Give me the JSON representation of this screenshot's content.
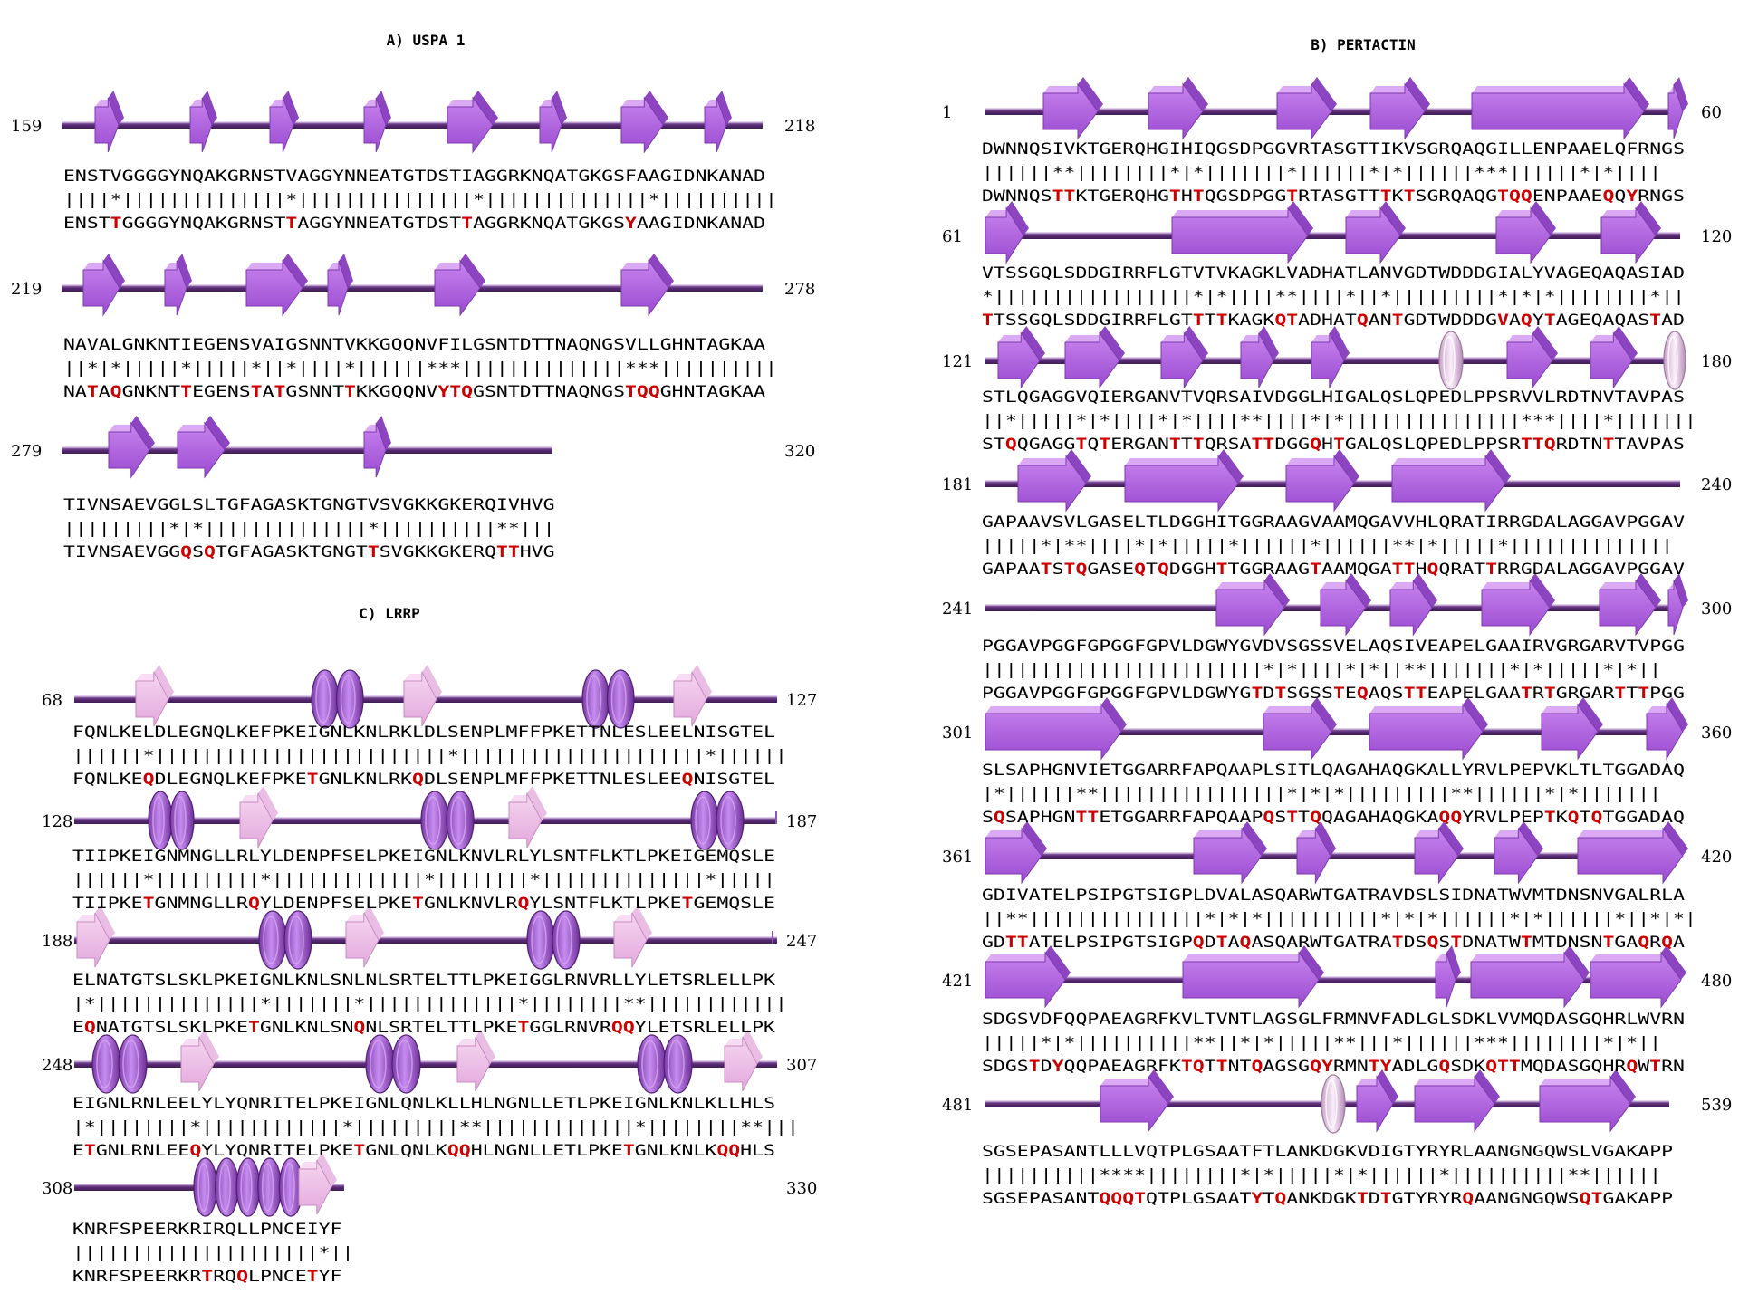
{
  "colors": {
    "strand": "#b45ee6",
    "strand_top": "#d9a6f2",
    "strand_shade": "#7a3aa0",
    "helix": "#a457d8",
    "helix_light": "#e3c2f2",
    "pale_strand": "#f0c6ea",
    "mutation": "#cc0000",
    "backbone": "#6a3d88"
  },
  "panels": [
    {
      "id": "uspa1",
      "title": "A)  USPA 1",
      "rows": [
        {
          "start": "159",
          "end": "218",
          "wild": "ENSTVGGGGYNQAKGRNSTVAGGYNNEATGTDSTIAGGRKNQATGKGSFAAGIDNKANAD",
          "match": "||||*||||||||||||||*|||||||||||||||*||||||||||||||*||||||||||",
          "mutant": "ENSTTGGGGYNQAKGRNSTTAGGYNNEATGTDSTTAGGRKNQATGKGSYAAGIDNKANAD"
        },
        {
          "start": "219",
          "end": "278",
          "wild": "NAVALGNKNTIEGENSVAIGSNNTVKKGQQNVFILGSNTDTTNAQNGSVLLGHNTAGKAA",
          "match": "||*|*|||||*|||||*||*||||*||||||***||||||||||||||***||||||||||",
          "mutant": "NATAQGNKNTTEGENSTATGSNNTTKKGQQNVYTQGSNTDTTNAQNGSTQQGHNTAGKAA"
        },
        {
          "start": "279",
          "end": "320",
          "wild": "TIVNSAEVGGLSLTGFAGASKTGNGTVSVGKKGKERQIVHVG",
          "match": "|||||||||*|*||||||||||||||*||||||||||**|||",
          "mutant": "TIVNSAEVGGQSQTGFAGASKTGNGTTSVGKKGKERQTTHVG"
        }
      ]
    },
    {
      "id": "pertactin",
      "title": "B)  PERTACTIN",
      "rows": [
        {
          "start": "1",
          "end": "60",
          "wild": "DWNNQSIVKTGERQHGIHIQGSDPGGVRTASGTTIKVSGRQAQGILLENPAAELQFRNGS",
          "match": "||||||**||||||||*|*|||||||*||||||*|*||||||***||||||*|*||||",
          "mutant": "DWNNQSTTKTGERQHGTHTQGSDPGGTRTASGTTTKTSGRQAQGTQQENPAAEQQYRNGS"
        },
        {
          "start": "61",
          "end": "120",
          "wild": "VTSSGQLSDDGIRRFLGTVTVKAGKLVADHATLANVGDTWDDDGIALYVAGEQAQASIAD",
          "match": "*|||||||||||||||||*|*||||**||||*||*|||||||||*|*|*||||||||*||",
          "mutant": "TTSSGQLSDDGIRRFLGTTTTKAGKQTADHATQANTGDTWDDDGVAQYTAGEQAQASTAD"
        },
        {
          "start": "121",
          "end": "180",
          "wild": "STLQGAGGVQIERGANVTVQRSAIVDGGLHIGALQSLQPEDLPPSRVVLRDTNVTAVPAS",
          "match": "||*|||||*|*||||*|*||||**||||*|*|||||||||||||||***||||*|||||||",
          "mutant": "STQQGAGGTQTERGANTTTQRSATTDGGQHTGALQSLQPEDLPPSRTTQRDTNTTAVPAS"
        },
        {
          "start": "181",
          "end": "240",
          "wild": "GAPAAVSVLGASELTLDGGHITGGRAAGVAAMQGAVVHLQRATIRRGDALAGGAVPGGAV",
          "match": "|||||*|**||||*|*|||||*||||||*||||||**|*|||||*||||||||||||||",
          "mutant": "GAPAATSTQGASEQTQDGGHTTGGRAAGTAAMQGATTHQQRATTRRGDALAGGAVPGGAV"
        },
        {
          "start": "241",
          "end": "300",
          "wild": "PGGAVPGGFGPGGFGPVLDGWYGVDVSGSSVELAQSIVEAPELGAAIRVGRGARVTVPGG",
          "match": "||||||||||||||||||||||||*|*||||*|*||**|||||||*|*|||||*|*||",
          "mutant": "PGGAVPGGFGPGGFGPVLDGWYGTDTSGSSTEQAQSTTEAPELGAATRTGRGARTTTPGG"
        },
        {
          "start": "301",
          "end": "360",
          "wild": "SLSAPHGNVIETGGARRFAPQAAPLSITLQAGAHAQGKALLYRVLPEPVKLTLTGGADAQ",
          "match": "|*||||||**||||||||||||||||*|*|*|||||||||**||||||*|*|||||||",
          "mutant": "SQSAPHGNTTETGGARRFAPQAAPQSTTQQAGAHAQGKAQQYRVLPEPTKQTQTGGADAQ"
        },
        {
          "start": "361",
          "end": "420",
          "wild": "GDIVATELPSIPGTSIGPLDVALASQARWTGATRAVDSLSIDNATWVMTDNSNVGALRLA",
          "match": "||**|||||||||||||||*|*|*||||||||||*|*|*||||||*|*||||||*||*|*|",
          "mutant": "GDTTATELPSIPGTSIGPQDTAQASQARWTGATRATDSQSTDNATWTMTDNSNTGAQRQA"
        },
        {
          "start": "421",
          "end": "480",
          "wild": "SDGSVDFQQPAEAGRFKVLTVNTLAGSGLFRMNVFADLGLSDKLVVMQDASGQHRLWVRN",
          "match": "|||||*|*||||||||||**||*|*|||||**|||*||||||***||||||||*|*||",
          "mutant": "SDGSTDYQQPAEAGRFKTQTTNTQAGSGQYRMNTYADLGQSDKQTTMQDASGQHRQWTRN"
        },
        {
          "start": "481",
          "end": "539",
          "wild": "SGSEPASANTLLLVQTPLGSAATFTLANKDGKVDIGTYRYRLAANGNGQWSLVGAKAPP",
          "match": "||||||||||****||||||||*|*|||||*|*||||||*||||||||||**||||||",
          "mutant": "SGSEPASANTQQQTQTPLGSAATYTQANKDGKTDTGTYRYRQAANGNGQWSQTGAKAPP"
        }
      ]
    },
    {
      "id": "lrrp",
      "title": "C)  LRRP",
      "rows": [
        {
          "start": "68",
          "end": "127",
          "wild": "FQNLKELDLEGNQLKEFPKEIGNLKNLRKLDLSENPLMFFPKETTNLESLEELNISGTEL",
          "match": "||||||*|||||||||||||||||||||||||*|||||||||||||||||||||*||||||",
          "mutant": "FQNLKEQDLEGNQLKEFPKETGNLKNLRKQDLSENPLMFFPKETTNLESLEEQNISGTEL"
        },
        {
          "start": "128",
          "end": "187",
          "wild": "TIIPKEIGNMNGLLRLYLDENPFSELPKEIGNLKNVLRLYLSNTFLKTLPKEIGEMQSLE",
          "match": "||||||*|||||||||*|||||||||||||*||||||||*||||||||||||||*|||||",
          "mutant": "TIIPKETGNMNGLLRQYLDENPFSELPKETGNLKNVLRQYLSNTFLKTLPKETGEMQSLE"
        },
        {
          "start": "188",
          "end": "247",
          "wild": "ELNATGTSLSKLPKEIGNLKNLSNLNLSRTELTTLPKEIGGLRNVRLLYLETSRLELLPK",
          "match": "|*||||||||||||||*|||||||*|||||||||||||*||||||||**||||||||||||",
          "mutant": "EQNATGTSLSKLPKETGNLKNLSNQNLSRTELTTLPKETGGLRNVRQQYLETSRLELLPK"
        },
        {
          "start": "248",
          "end": "307",
          "wild": "EIGNLRNLEELYLYQNRITELPKEIGNLQNLKLLHLNGNLLETLPKEIGNLKNLKLLHLS",
          "match": "|*||||||||*||||||||||||*|||||||||**|||||||||||||*||||||||**|||",
          "mutant": "ETGNLRNLEEQYLYQNRITELPKETGNLQNLKQQHLNGNLLETLPKETGNLKNLKQQHLS"
        },
        {
          "start": "308",
          "end": "330",
          "wild": "KNRFSPEERKRIRQLLPNCEIYF",
          "match": "|||||||||||||||||||||*||",
          "mutant": "KNRFSPEERKRTRQQLPNCETYF"
        }
      ]
    }
  ]
}
